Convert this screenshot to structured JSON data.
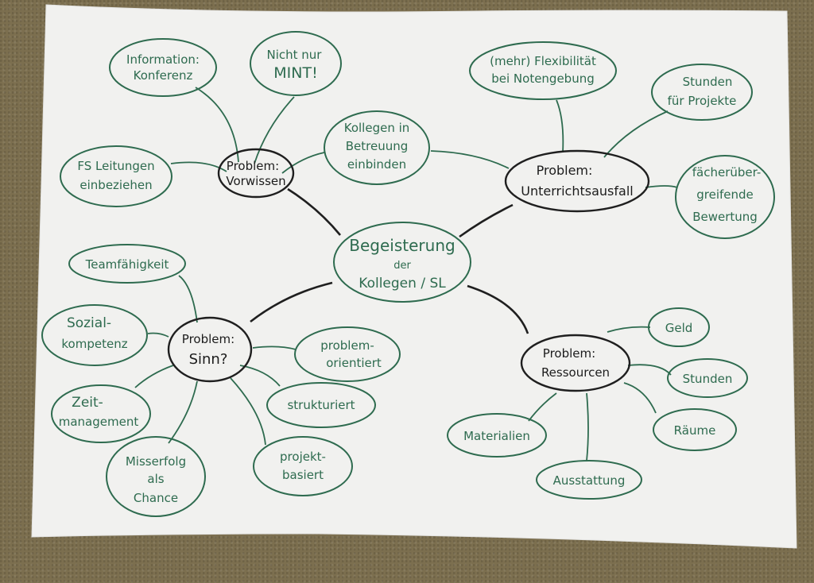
{
  "scene": {
    "description": "Photo of a hand-drawn mind map on white paper lying on a brown carpet",
    "colors": {
      "paper": "#f1f1ef",
      "carpet": "#7c6f4f",
      "green_marker": "#2e6b4f",
      "black_marker": "#1f1f1f"
    }
  },
  "center": {
    "lines": [
      "Begeisterung",
      "der",
      "Kollegen / SL"
    ]
  },
  "problems": [
    {
      "id": "vorwissen",
      "lines": [
        "Problem:",
        "Vorwissen"
      ],
      "children": [
        {
          "lines": [
            "Information:",
            "Konferenz"
          ]
        },
        {
          "lines": [
            "Nicht nur",
            "MINT!"
          ]
        },
        {
          "lines": [
            "FS Leitungen",
            "einbeziehen"
          ]
        },
        {
          "lines": [
            "Kollegen in",
            "Betreuung",
            "einbinden"
          ]
        }
      ]
    },
    {
      "id": "unterrichtsausfall",
      "lines": [
        "Problem:",
        "Unterrichtsausfall"
      ],
      "children": [
        {
          "lines": [
            "(mehr) Flexibilität",
            "bei Notengebung"
          ]
        },
        {
          "lines": [
            "Stunden",
            "für Projekte"
          ]
        },
        {
          "lines": [
            "fächerüber-",
            "greifende",
            "Bewertung"
          ]
        }
      ]
    },
    {
      "id": "sinn",
      "lines": [
        "Problem:",
        "Sinn?"
      ],
      "children": [
        {
          "lines": [
            "Teamfähigkeit"
          ]
        },
        {
          "lines": [
            "Sozial-",
            "kompetenz"
          ]
        },
        {
          "lines": [
            "Zeit-",
            "management"
          ]
        },
        {
          "lines": [
            "Misserfolg",
            "als",
            "Chance"
          ]
        },
        {
          "lines": [
            "problem-",
            "orientiert"
          ]
        },
        {
          "lines": [
            "strukturiert"
          ]
        },
        {
          "lines": [
            "projekt-",
            "basiert"
          ]
        }
      ]
    },
    {
      "id": "ressourcen",
      "lines": [
        "Problem:",
        "Ressourcen"
      ],
      "children": [
        {
          "lines": [
            "Geld"
          ]
        },
        {
          "lines": [
            "Stunden"
          ]
        },
        {
          "lines": [
            "Räume"
          ]
        },
        {
          "lines": [
            "Materialien"
          ]
        },
        {
          "lines": [
            "Ausstattung"
          ]
        }
      ]
    }
  ]
}
